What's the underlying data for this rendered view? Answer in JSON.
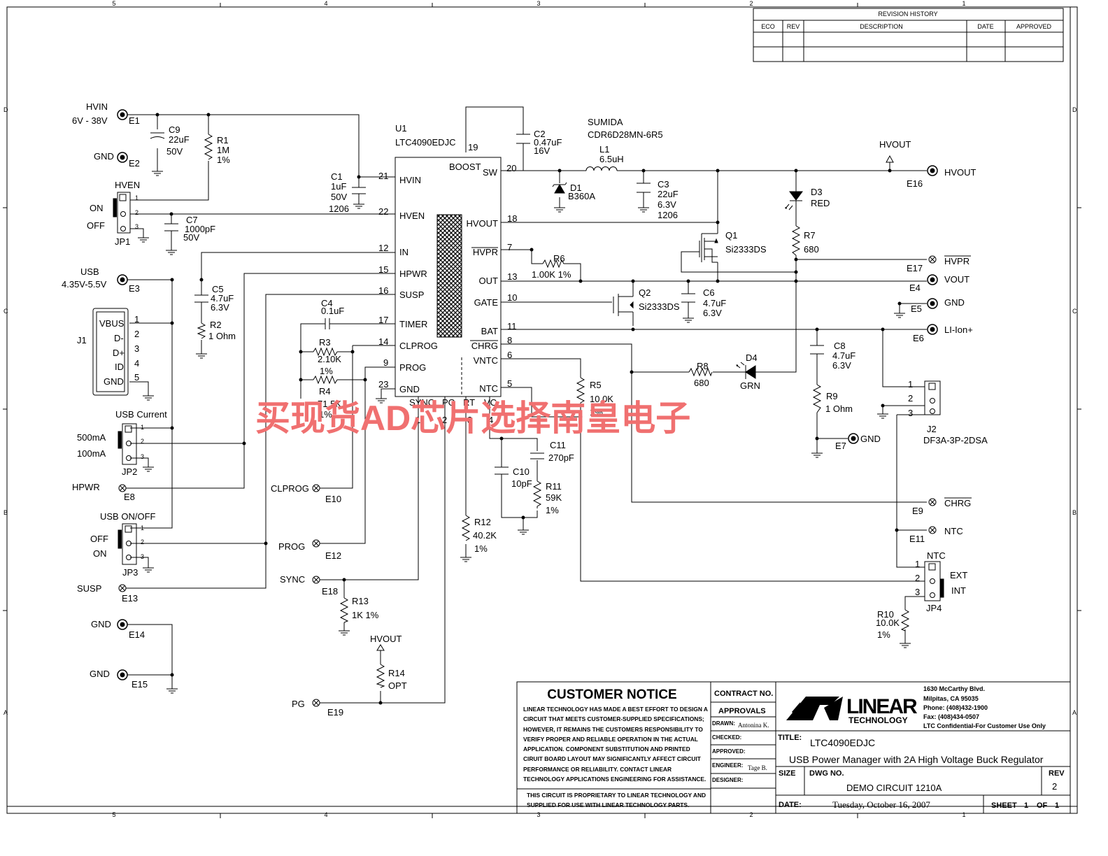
{
  "border": {
    "top_nums": [
      "5",
      "4",
      "3",
      "2",
      "1"
    ],
    "side_letters": [
      "D",
      "C",
      "B",
      "A"
    ]
  },
  "revision": {
    "title": "REVISION HISTORY",
    "cols": [
      "ECO",
      "REV",
      "DESCRIPTION",
      "DATE",
      "APPROVED"
    ]
  },
  "ic": {
    "ref": "U1",
    "part": "LTC4090EDJC",
    "left_pins": [
      {
        "name": "HVIN",
        "num": "21"
      },
      {
        "name": "HVEN",
        "num": "22"
      },
      {
        "name": "IN",
        "num": "12"
      },
      {
        "name": "HPWR",
        "num": "15"
      },
      {
        "name": "SUSP",
        "num": "16"
      },
      {
        "name": "TIMER",
        "num": "17"
      },
      {
        "name": "CLPROG",
        "num": "14"
      },
      {
        "name": "PROG",
        "num": "9"
      },
      {
        "name": "GND",
        "num": "23"
      }
    ],
    "right_pins": [
      {
        "name": "HVOUT",
        "num": "18"
      },
      {
        "name": "HVPR",
        "num": "7"
      },
      {
        "name": "OUT",
        "num": "13"
      },
      {
        "name": "GATE",
        "num": "10"
      },
      {
        "name": "BAT",
        "num": "11"
      },
      {
        "name": "CHRG",
        "num": "8"
      },
      {
        "name": "VNTC",
        "num": "6"
      },
      {
        "name": "NTC",
        "num": "5"
      }
    ],
    "boost": "BOOST",
    "sw": "SW",
    "boost_num": "19",
    "sw_num": "20",
    "bottom_pins": [
      {
        "name": "SYNC",
        "num": "1"
      },
      {
        "name": "PG",
        "num": "2"
      },
      {
        "name": "RT",
        "num": "3"
      },
      {
        "name": "VC",
        "num": "4"
      }
    ]
  },
  "labels": {
    "hvin": "HVIN",
    "hvin_range": "6V - 38V",
    "e1": "E1",
    "gnd": "GND",
    "e2": "E2",
    "c9": [
      "C9",
      "22uF",
      "50V"
    ],
    "r1": [
      "R1",
      "1M",
      "1%"
    ],
    "hven": "HVEN",
    "on": "ON",
    "off": "OFF",
    "jp1": "JP1",
    "c7": [
      "C7",
      "1000pF",
      "50V"
    ],
    "c1": [
      "C1",
      "1uF",
      "50V",
      "1206"
    ],
    "usb": "USB",
    "usb_range": "4.35V-5.5V",
    "e3": "E3",
    "c5": [
      "C5",
      "4.7uF",
      "6.3V"
    ],
    "r2": [
      "R2",
      "1 Ohm"
    ],
    "j1": "J1",
    "j1_pins": [
      "VBUS",
      "D-",
      "D+",
      "ID",
      "GND"
    ],
    "j1_nums": [
      "1",
      "2",
      "3",
      "4",
      "5"
    ],
    "usb_current": "USB Current",
    "ma500": "500mA",
    "ma100": "100mA",
    "jp2": "JP2",
    "hpwr": "HPWR",
    "e8": "E8",
    "usb_onoff": "USB ON/OFF",
    "jp3": "JP3",
    "susp": "SUSP",
    "e13": "E13",
    "e14": "E14",
    "e15": "E15",
    "c4": [
      "C4",
      "0.1uF"
    ],
    "r3": [
      "R3",
      "2.10K",
      "1%"
    ],
    "r4": [
      "R4",
      "71.5K",
      "1%"
    ],
    "clprog": "CLPROG",
    "e10": "E10",
    "prog": "PROG",
    "e12": "E12",
    "sync": "SYNC",
    "e18": "E18",
    "r13": [
      "R13",
      "1K  1%"
    ],
    "hvout_arrow": "HVOUT",
    "r14": [
      "R14",
      "OPT"
    ],
    "pg": "PG",
    "e19": "E19",
    "r12": [
      "R12",
      "40.2K",
      "1%"
    ],
    "c10": [
      "C10",
      "10pF"
    ],
    "c11": [
      "C11",
      "270pF"
    ],
    "r11": [
      "R11",
      "59K",
      "1%"
    ],
    "r5": [
      "R5",
      "10.0K",
      "1%"
    ],
    "c2": [
      "C2",
      "0.47uF",
      "16V"
    ],
    "sumida": "SUMIDA",
    "l1_part": "CDR6D28MN-6R5",
    "l1": [
      "L1",
      "6.5uH"
    ],
    "d1": [
      "D1",
      "B360A"
    ],
    "c3": [
      "C3",
      "22uF",
      "6.3V",
      "1206"
    ],
    "hvout": "HVOUT",
    "e16": "E16",
    "d3": [
      "D3",
      "RED"
    ],
    "r7": [
      "R7",
      "680"
    ],
    "q1": [
      "Q1",
      "Si2333DS"
    ],
    "r6": [
      "R6",
      "1.00K  1%"
    ],
    "hvpr": "HVPR",
    "e17": "E17",
    "vout": "VOUT",
    "e4": "E4",
    "q2": [
      "Q2",
      "Si2333DS"
    ],
    "c6": [
      "C6",
      "4.7uF",
      "6.3V"
    ],
    "e5": "E5",
    "liion": "LI-Ion+",
    "e6": "E6",
    "c8": [
      "C8",
      "4.7uF",
      "6.3V"
    ],
    "r8": [
      "R8",
      "680"
    ],
    "d4": [
      "D4",
      "GRN"
    ],
    "r9": [
      "R9",
      "1 Ohm"
    ],
    "e7": "E7",
    "j2": [
      "J2",
      "DF3A-3P-2DSA"
    ],
    "j2_nums": [
      "1",
      "2",
      "3"
    ],
    "chrg": "CHRG",
    "e9": "E9",
    "ntc": "NTC",
    "e11": "E11",
    "ntc_hdr": "NTC",
    "ext": "EXT",
    "int": "INT",
    "jp4": "JP4",
    "r10": [
      "R10",
      "10.0K",
      "1%"
    ],
    "jmp_nums": [
      "1",
      "2",
      "3"
    ]
  },
  "watermark": "买现货AD芯片选择南皇电子",
  "titleblock": {
    "notice_title": "CUSTOMER NOTICE",
    "notice_lines": [
      "LINEAR TECHNOLOGY HAS MADE A BEST EFFORT TO DESIGN A",
      "CIRCUIT THAT MEETS CUSTOMER-SUPPLIED SPECIFICATIONS;",
      "HOWEVER, IT REMAINS THE CUSTOMERS RESPONSIBILITY TO",
      "VERIFY PROPER AND RELIABLE OPERATION IN THE ACTUAL",
      "APPLICATION.  COMPONENT SUBSTITUTION AND PRINTED",
      "CIRUIT BOARD LAYOUT MAY SIGNIFICANTLY AFFECT CIRCUIT",
      "PERFORMANCE OR RELIABILITY.  CONTACT LINEAR",
      "TECHNOLOGY APPLICATIONS ENGINEERING FOR ASSISTANCE."
    ],
    "proprietary": [
      "THIS CIRCUIT IS PROPRIETARY TO LINEAR TECHNOLOGY AND",
      "SUPPLIED FOR USE WITH LINEAR TECHNOLOGY PARTS."
    ],
    "contract": "CONTRACT NO.",
    "approvals": "APPROVALS",
    "drawn": "DRAWN:",
    "drawn_by": "Antonina K.",
    "checked": "CHECKED:",
    "approved": "APPROVED:",
    "engineer": "ENGINEER:",
    "engineer_name": "Tage B.",
    "designer": "DESIGNER:",
    "logo_main": "LINEAR",
    "logo_sub": "TECHNOLOGY",
    "address": [
      "1630 McCarthy Blvd.",
      "Milpitas, CA 95035",
      "Phone: (408)432-1900",
      "Fax: (408)434-0507",
      "LTC Confidential-For Customer Use Only"
    ],
    "title_lbl": "TITLE:",
    "title1": "LTC4090EDJC",
    "title2": "USB Power Manager with 2A High Voltage Buck Regulator",
    "size_lbl": "SIZE",
    "dwg_lbl": "DWG NO.",
    "dwg": "DEMO CIRCUIT 1210A",
    "rev_lbl": "REV",
    "rev": "2",
    "date_lbl": "DATE:",
    "date": "Tuesday, October 16, 2007",
    "sheet_lbl": "SHEET",
    "sheet": "1",
    "of_lbl": "OF",
    "of": "1"
  },
  "colors": {
    "ink": "#000000",
    "watermark": "#f07070"
  }
}
